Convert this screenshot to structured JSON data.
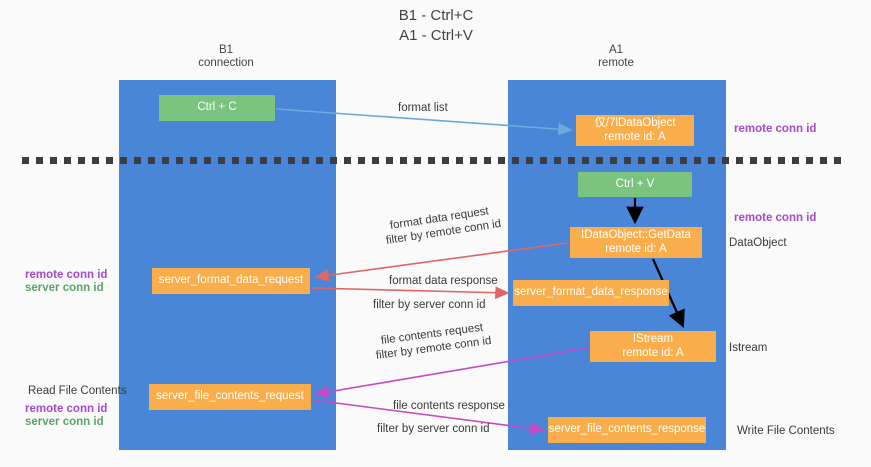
{
  "chart_data": {
    "type": "diagram",
    "title": "B1 - Ctrl+C\nA1 - Ctrl+V",
    "columns": [
      {
        "id": "B1",
        "name": "B1",
        "role": "connection"
      },
      {
        "id": "A1",
        "name": "A1",
        "role": "remote"
      }
    ],
    "nodes": [
      {
        "id": "ctrl-c",
        "label": "Ctrl + C",
        "color": "#7ac47f",
        "column": "B1"
      },
      {
        "id": "get-idataobject",
        "label": "仅/7lDataObject\nremote id: A",
        "color": "#f9ae4b",
        "column": "A1"
      },
      {
        "id": "ctrl-v",
        "label": "Ctrl + V",
        "color": "#7ac47f",
        "column": "A1"
      },
      {
        "id": "getdata",
        "label": "IDataObject::GetData\nremote id: A",
        "color": "#f9ae4b",
        "column": "A1"
      },
      {
        "id": "server-format-data-request",
        "label": "server_format_data_request",
        "color": "#f9ae4b",
        "column": "B1"
      },
      {
        "id": "server-format-data-response",
        "label": "server_format_data_response",
        "color": "#f9ae4b",
        "column": "A1"
      },
      {
        "id": "istream",
        "label": "IStream\nremote id: A",
        "color": "#f9ae4b",
        "column": "A1"
      },
      {
        "id": "server-file-contents-request",
        "label": "server_file_contents_request",
        "color": "#f9ae4b",
        "column": "B1"
      },
      {
        "id": "server-file-contents-response",
        "label": "server_file_contents_response",
        "color": "#f9ae4b",
        "column": "A1"
      }
    ],
    "edges": [
      {
        "id": "format-list",
        "from": "ctrl-c",
        "to": "get-idataobject",
        "label": "format list",
        "color": "#6fa8dc"
      },
      {
        "id": "format-data-request",
        "from": "server-format-data-request",
        "to": "getdata",
        "label": "format data request / filter by remote conn id",
        "color": "#e06666"
      },
      {
        "id": "format-data-response",
        "from": "server-format-data-request",
        "to": "server-format-data-response",
        "label": "format data response / filter by server conn id",
        "color": "#e06666"
      },
      {
        "id": "file-contents-request",
        "from": "server-file-contents-request",
        "to": "istream",
        "label": "file contents request / filter by remote conn id",
        "color": "#c548c5"
      },
      {
        "id": "file-contents-response",
        "from": "server-file-contents-request",
        "to": "server-file-contents-response",
        "label": "file contents response / filter by server conn id",
        "color": "#c548c5"
      },
      {
        "id": "ctrlv-getdata",
        "from": "ctrl-v",
        "to": "getdata",
        "label": "",
        "color": "#000000"
      },
      {
        "id": "getdata-istream",
        "from": "getdata",
        "to": "istream",
        "label": "",
        "color": "#000000"
      }
    ],
    "divider": {
      "style": "dashed",
      "color": "#3d3d3d"
    }
  },
  "title": {
    "line1": "B1 - Ctrl+C",
    "line2": "A1 - Ctrl+V"
  },
  "columns": {
    "b1": {
      "name": "B1",
      "role": "connection",
      "color": "#4a86d8"
    },
    "a1": {
      "name": "A1",
      "role": "remote",
      "color": "#4a86d8"
    }
  },
  "nodes": {
    "ctrl_c": "Ctrl + C",
    "get_idataobject": "仅/7lDataObject\nremote id: A",
    "ctrl_v": "Ctrl + V",
    "getdata": "IDataObject::GetData\nremote id: A",
    "server_format_data_request": "server_format_data_request",
    "server_format_data_response": "server_format_data_response",
    "istream": "IStream\nremote id: A",
    "server_file_contents_request": "server_file_contents_request",
    "server_file_contents_response": "server_file_contents_response"
  },
  "edge_labels": {
    "format_list": "format list",
    "format_data_request": "format data request",
    "format_data_request_filter_prefix": "filter by ",
    "format_data_request_filter_key": "remote conn id",
    "format_data_response": "format data response",
    "format_data_response_filter_prefix": "filter by ",
    "format_data_response_filter_key": "server conn id",
    "file_contents_request": "file contents request",
    "file_contents_request_filter_prefix": "filter by ",
    "file_contents_request_filter_key": "remote conn id",
    "file_contents_response": "file contents response",
    "file_contents_response_filter_prefix": "filter by ",
    "file_contents_response_filter_key": "server conn id"
  },
  "annotations": {
    "right": {
      "remote_conn_id_top": "remote conn id",
      "remote_conn_id_mid": "remote conn id",
      "dataobject": "DataObject",
      "istream": "Istream",
      "write_file_contents": "Write File Contents"
    },
    "left": {
      "remote_conn_id_mid": "remote conn id",
      "server_conn_id_mid": "server conn id",
      "read_file_contents": "Read File Contents",
      "remote_conn_id_bottom": "remote conn id",
      "server_conn_id_bottom": "server conn id"
    }
  },
  "colors": {
    "column": "#4a86d8",
    "green_node": "#7ac47f",
    "orange_node": "#f9ae4b",
    "purple_text": "#a64ac9",
    "green_text": "#5aa469",
    "red_arrow": "#e06666",
    "blue_arrow": "#6fa8dc",
    "magenta_arrow": "#c548c5",
    "black_arrow": "#000000",
    "divider": "#3d3d3d",
    "background": "#fafafa"
  }
}
